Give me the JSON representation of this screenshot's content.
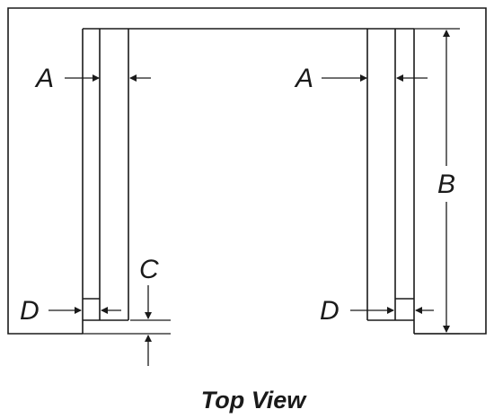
{
  "labels": {
    "a_left": "A",
    "a_right": "A",
    "b": "B",
    "c": "C",
    "d_left": "D",
    "d_right": "D"
  },
  "caption": "Top View",
  "colors": {
    "line": "#1a1a1a",
    "background": "#ffffff"
  }
}
